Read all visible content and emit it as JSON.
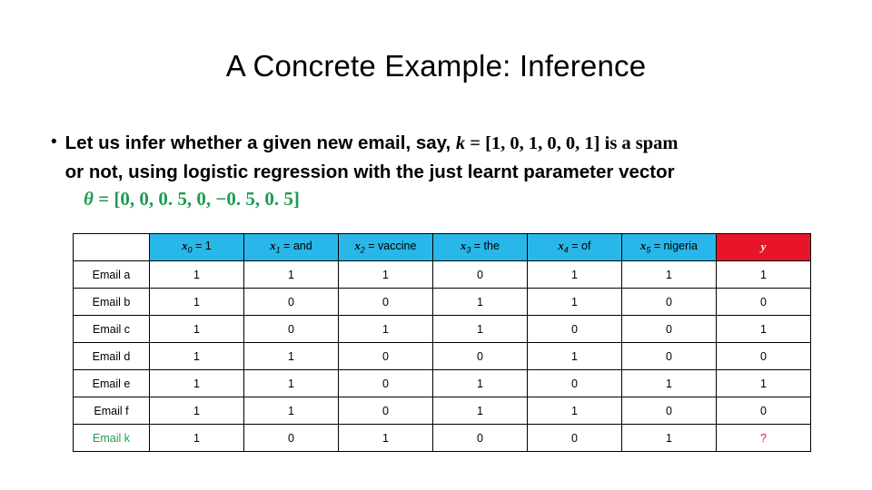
{
  "slide": {
    "title": "A Concrete Example: Inference",
    "bullet": {
      "marker": "•",
      "line1_a": "Let us infer whether a given new email, say, ",
      "line1_k": "k",
      "line1_b": " = [1, 0, 1, 0, 0, 1] is a spam",
      "line2": "or not, using logistic regression with the just learnt parameter vector",
      "theta_symbol": "θ",
      "theta_value": " = [0, 0, 0. 5, 0, −0. 5, 0. 5]"
    }
  },
  "table": {
    "headers": [
      {
        "label": "",
        "type": "corner"
      },
      {
        "var": "x",
        "sub": "0",
        "eq": " = 1",
        "type": "feature"
      },
      {
        "var": "x",
        "sub": "1",
        "eq": " = and",
        "type": "feature"
      },
      {
        "var": "x",
        "sub": "2",
        "eq": " = vaccine",
        "type": "feature"
      },
      {
        "var": "x",
        "sub": "3",
        "eq": " = the",
        "type": "feature"
      },
      {
        "var": "x",
        "sub": "4",
        "eq": " = of",
        "type": "feature"
      },
      {
        "var": "x",
        "sub": "5",
        "eq": " = nigeria",
        "type": "feature"
      },
      {
        "label": "y",
        "type": "target"
      }
    ],
    "rows": [
      {
        "label": "Email a",
        "green": false,
        "values": [
          "1",
          "1",
          "1",
          "0",
          "1",
          "1",
          "1"
        ],
        "y_question": false
      },
      {
        "label": "Email b",
        "green": false,
        "values": [
          "1",
          "0",
          "0",
          "1",
          "1",
          "0",
          "0"
        ],
        "y_question": false
      },
      {
        "label": "Email c",
        "green": false,
        "values": [
          "1",
          "0",
          "1",
          "1",
          "0",
          "0",
          "1"
        ],
        "y_question": false
      },
      {
        "label": "Email d",
        "green": false,
        "values": [
          "1",
          "1",
          "0",
          "0",
          "1",
          "0",
          "0"
        ],
        "y_question": false
      },
      {
        "label": "Email e",
        "green": false,
        "values": [
          "1",
          "1",
          "0",
          "1",
          "0",
          "1",
          "1"
        ],
        "y_question": false
      },
      {
        "label": "Email f",
        "green": false,
        "values": [
          "1",
          "1",
          "0",
          "1",
          "1",
          "0",
          "0"
        ],
        "y_question": false
      },
      {
        "label": "Email k",
        "green": true,
        "values": [
          "1",
          "0",
          "1",
          "0",
          "0",
          "1",
          "?"
        ],
        "y_question": true
      }
    ]
  },
  "colors": {
    "header_cyan": "#29B6E8",
    "header_red": "#E8152A",
    "green_text": "#1F9C53",
    "black": "#000000"
  }
}
